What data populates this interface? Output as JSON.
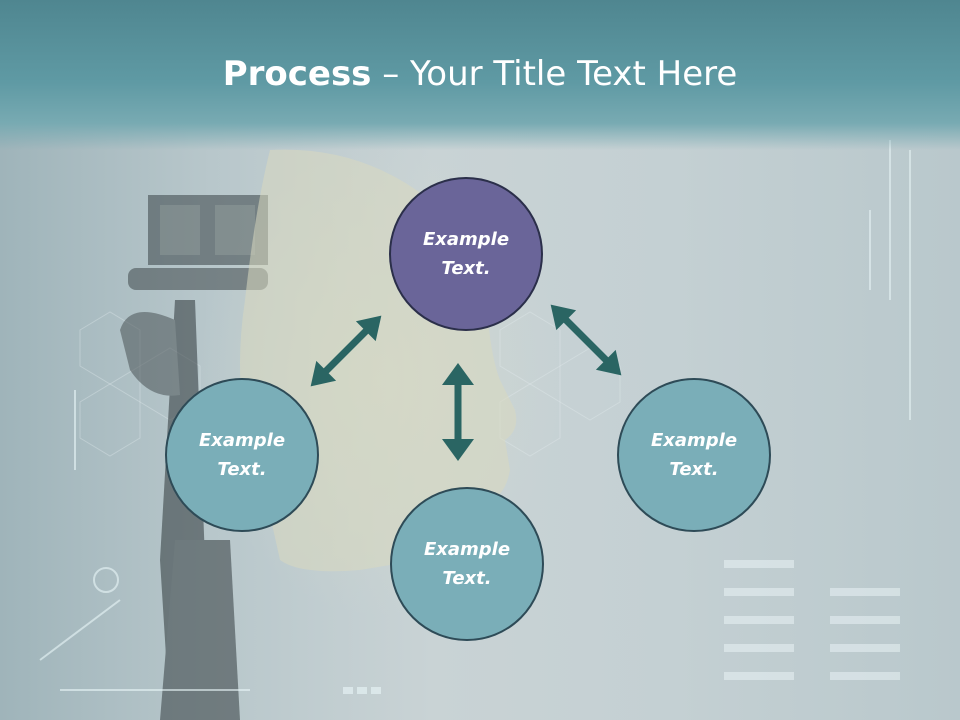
{
  "slide": {
    "title_bold": "Process",
    "title_rest": " – Your Title Text Here"
  },
  "colors": {
    "header": "#5f9aa4",
    "node_highlight": "#6a6599",
    "node_default": "#7aaeb8",
    "arrow": "#2a6563"
  },
  "diagram": {
    "nodes": [
      {
        "id": "top",
        "text": "Example\nText."
      },
      {
        "id": "left",
        "text": "Example\nText."
      },
      {
        "id": "right",
        "text": "Example\nText."
      },
      {
        "id": "bottom",
        "text": "Example\nText."
      }
    ]
  }
}
